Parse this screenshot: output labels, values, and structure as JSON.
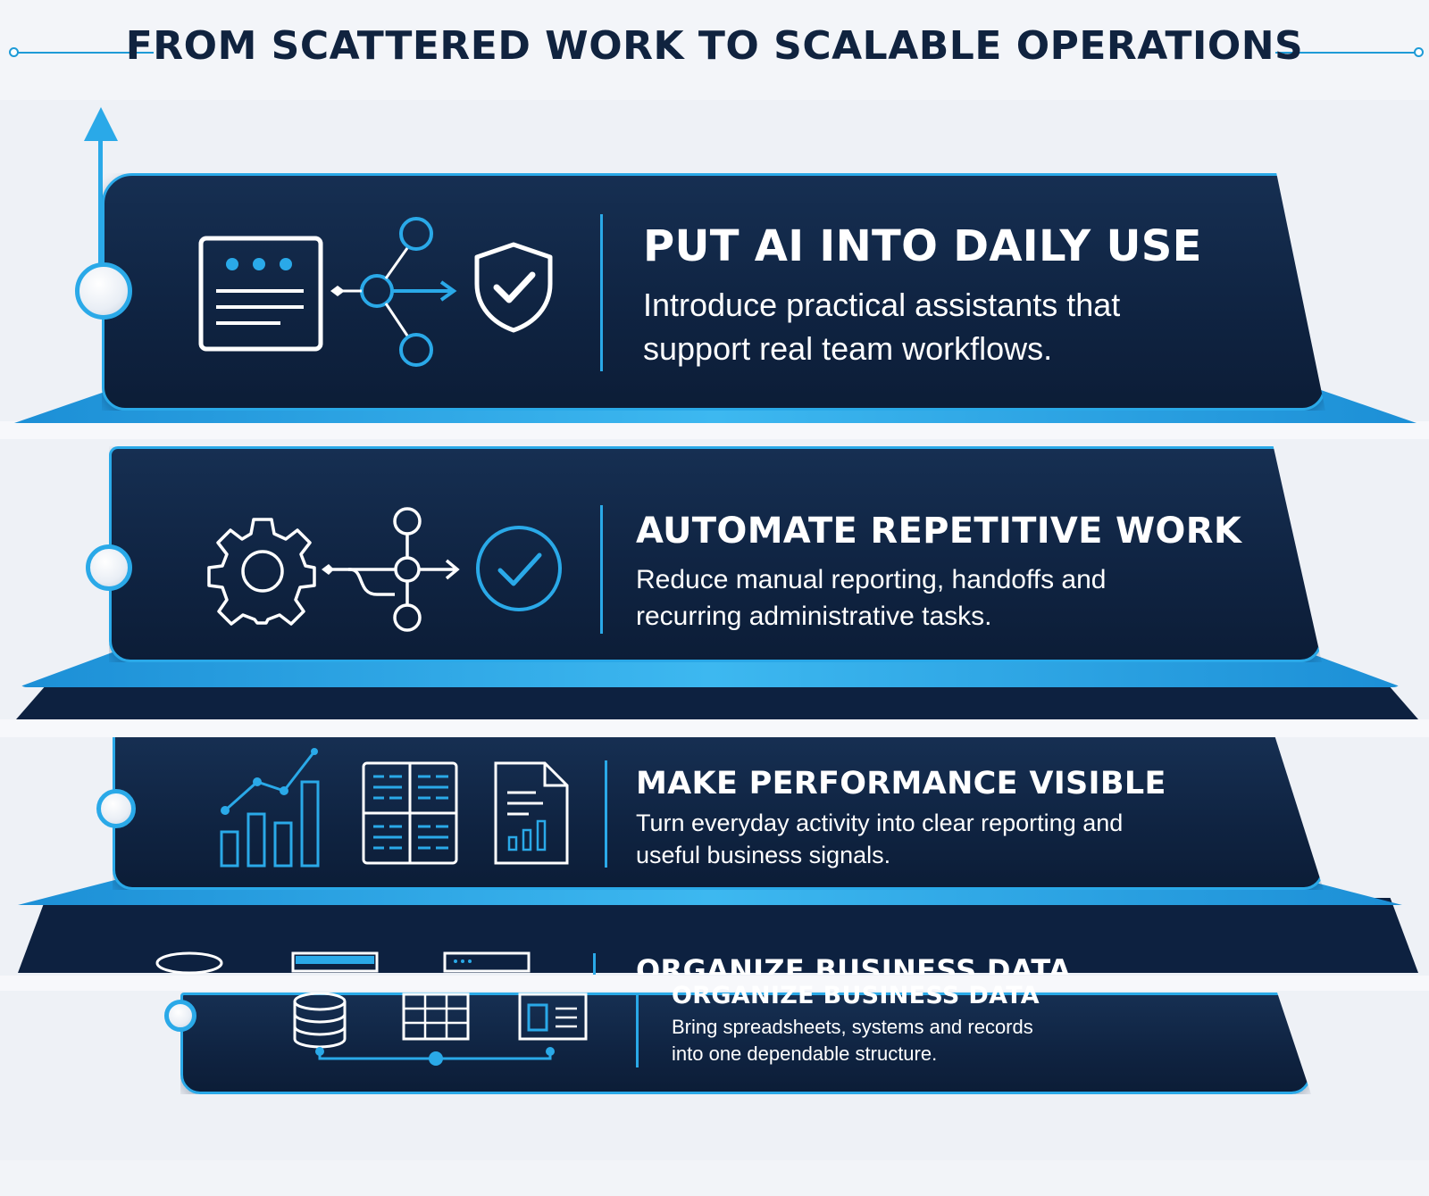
{
  "page": {
    "title": "FROM SCATTERED WORK TO SCALABLE OPERATIONS"
  },
  "colors": {
    "background": "#eef1f6",
    "panel": "#0f2341",
    "accent": "#2aa9e8",
    "title_text": "#10233f",
    "panel_text": "#ffffff"
  },
  "layers": [
    {
      "title": "PUT AI INTO DAILY USE",
      "description": "Introduce practical assistants that support real team workflows.",
      "icons": [
        "window-dots-icon",
        "network-nodes-icon",
        "shield-check-icon"
      ]
    },
    {
      "title": "AUTOMATE REPETITIVE WORK",
      "description": "Reduce manual reporting, handoffs and recurring administrative tasks.",
      "icons": [
        "gear-icon",
        "workflow-branch-icon",
        "check-circle-icon"
      ]
    },
    {
      "title": "MAKE PERFORMANCE VISIBLE",
      "description": "Turn everyday activity into clear reporting and useful business signals.",
      "icons": [
        "bar-chart-trend-icon",
        "dashboard-grid-icon",
        "report-document-icon"
      ]
    },
    {
      "title": "ORGANIZE BUSINESS DATA",
      "description": "Bring spreadsheets, systems and records into one dependable structure.",
      "icons": [
        "database-icon",
        "spreadsheet-icon",
        "records-window-icon"
      ]
    }
  ]
}
